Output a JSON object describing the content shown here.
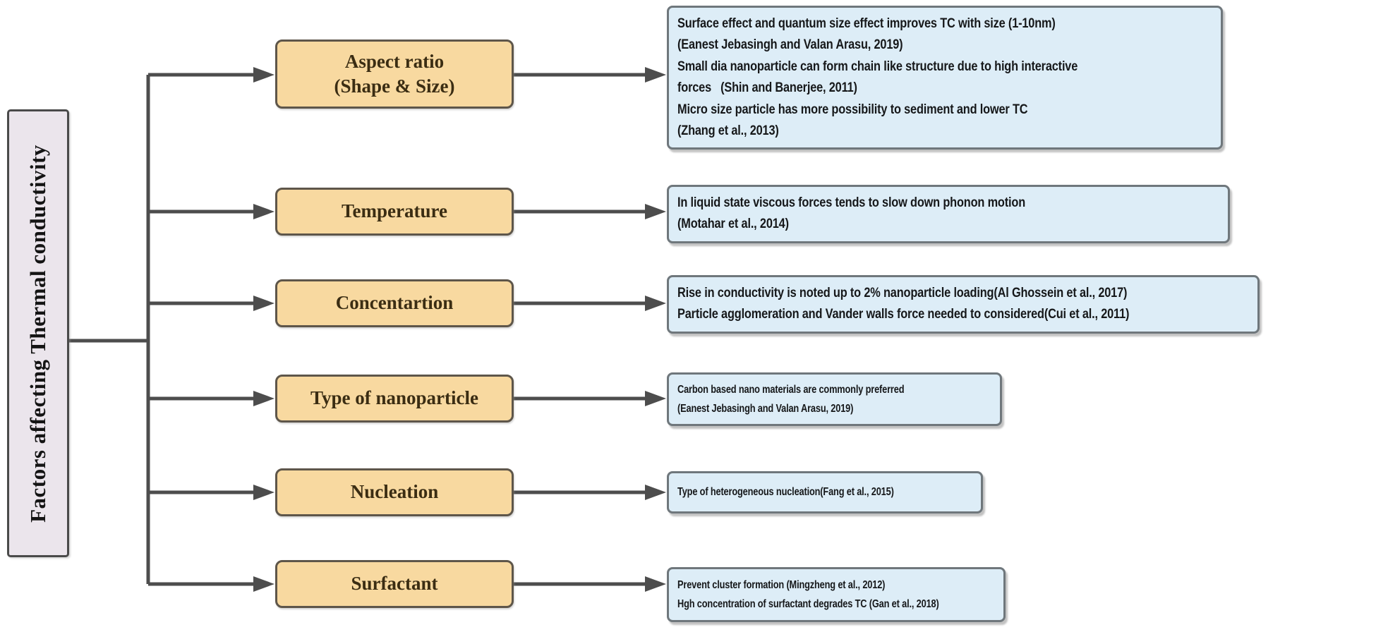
{
  "root": {
    "label": "Factors affecting Thermal conductivity"
  },
  "rows": [
    {
      "factor": "Aspect ratio\n(Shape & Size)",
      "detail": "Surface effect and quantum size effect improves TC with size (1-10nm)\n(Eanest Jebasingh and Valan Arasu, 2019)\nSmall dia nanoparticle can form chain like structure due to high interactive\nforces   (Shin and Banerjee, 2011)\nMicro size particle has more possibility to sediment and lower TC\n(Zhang et al., 2013)"
    },
    {
      "factor": "Temperature",
      "detail": "In liquid state viscous forces tends to slow down phonon motion\n(Motahar et al., 2014)"
    },
    {
      "factor": "Concentartion",
      "detail": "Rise in conductivity is noted up to 2% nanoparticle loading(Al Ghossein et al., 2017)\nParticle agglomeration and Vander walls force needed to considered(Cui et al., 2011)"
    },
    {
      "factor": "Type of nanoparticle",
      "detail": "Carbon based nano materials are commonly preferred\n(Eanest Jebasingh and Valan Arasu, 2019)"
    },
    {
      "factor": "Nucleation",
      "detail": "Type of heterogeneous nucleation(Fang et al., 2015)"
    },
    {
      "factor": "Surfactant",
      "detail": "Prevent cluster formation (Mingzheng et al., 2012)\nHgh concentration of surfactant degrades TC (Gan et al., 2018)"
    }
  ],
  "colors": {
    "arrow": "#4d4d4d",
    "rootbg": "#ebe5ec",
    "rootborder": "#4a4a4a",
    "roottext": "#141414",
    "factorbg": "#f8d9a0",
    "factorborder": "#5e564a",
    "factortext": "#3b2d13",
    "detailbg": "#ddedf7",
    "detailborder": "#6f777c",
    "detailtext": "#16181a"
  }
}
